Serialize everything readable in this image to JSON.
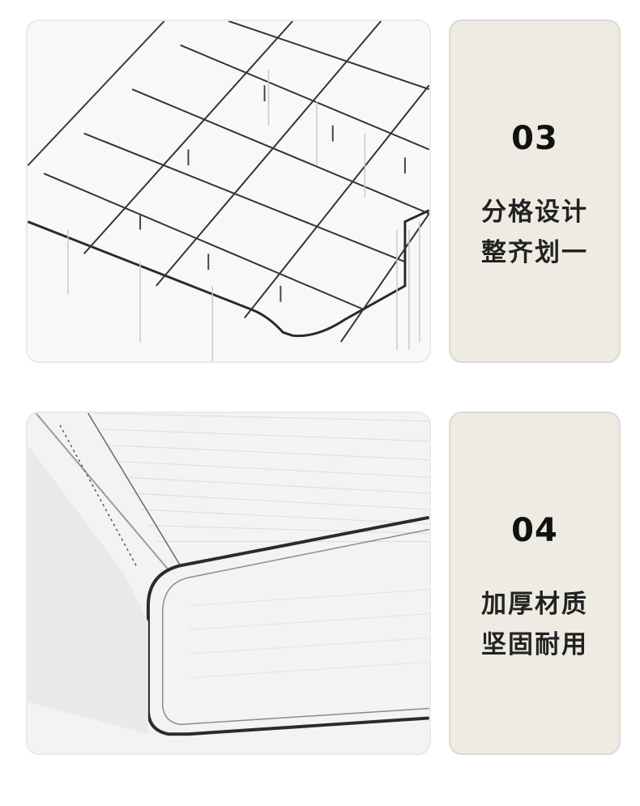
{
  "features": [
    {
      "number": "03",
      "line1": "分格设计",
      "line2": "整齐划一",
      "image_icon": "divided-organizer-grid-photo"
    },
    {
      "number": "04",
      "line1": "加厚材质",
      "line2": "坚固耐用",
      "image_icon": "thick-transparent-drawer-photo"
    }
  ]
}
